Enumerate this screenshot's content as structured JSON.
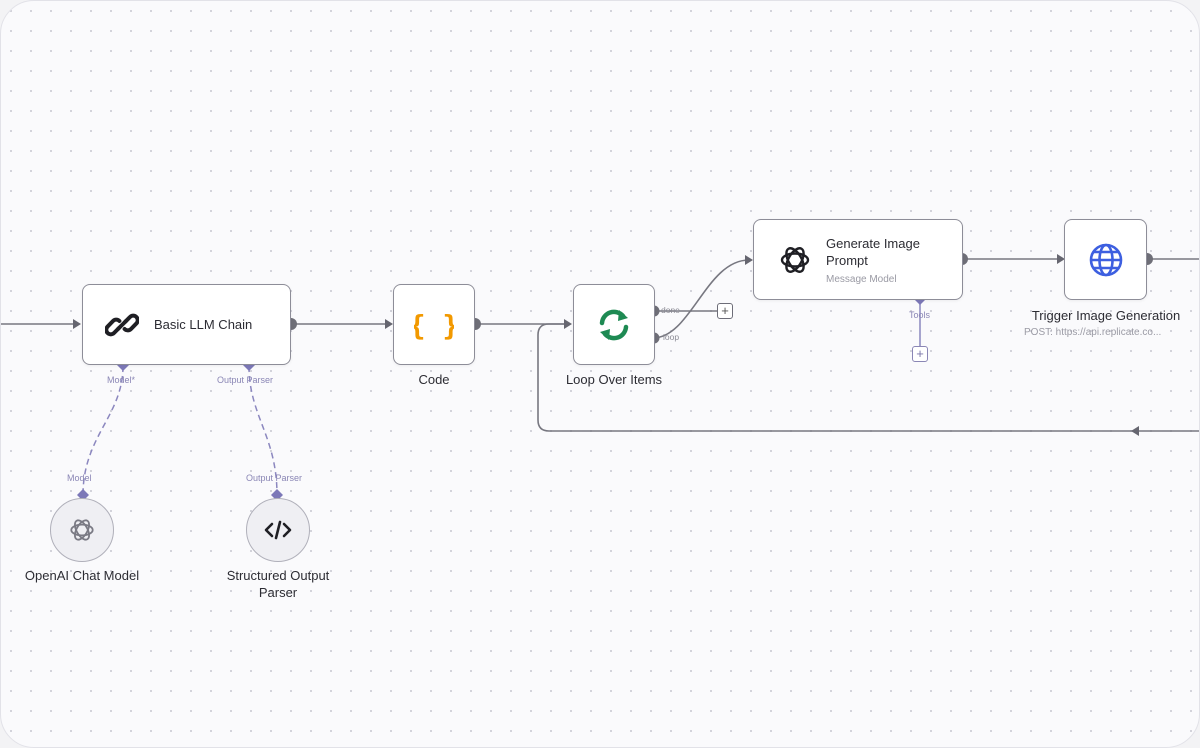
{
  "nodes": {
    "basic_llm_chain": {
      "title": "Basic LLM Chain",
      "port_model": "Model*",
      "port_output_parser": "Output Parser"
    },
    "code": {
      "label": "Code"
    },
    "loop": {
      "label": "Loop Over Items",
      "out_done": "done",
      "out_loop": "loop"
    },
    "generate": {
      "title": "Generate Image Prompt",
      "subtitle": "Message Model",
      "port_tools": "Tools"
    },
    "trigger": {
      "label": "Trigger Image Generation",
      "sublabel": "POST: https://api.replicate.co..."
    },
    "openai_chat": {
      "label": "OpenAI Chat Model",
      "port": "Model"
    },
    "structured_parser": {
      "label": "Structured Output Parser",
      "port": "Output Parser"
    }
  },
  "add_button": "+",
  "icons": {
    "chain": "link-icon",
    "code": "curly-braces-icon",
    "loop": "refresh-icon",
    "openai": "openai-logo-icon",
    "http": "globe-icon",
    "parser": "code-tag-icon"
  },
  "colors": {
    "code_icon": "#f29900",
    "loop_icon": "#1e8a53",
    "globe_icon": "#3d5fe0",
    "subnode_port": "#7c78b8"
  }
}
